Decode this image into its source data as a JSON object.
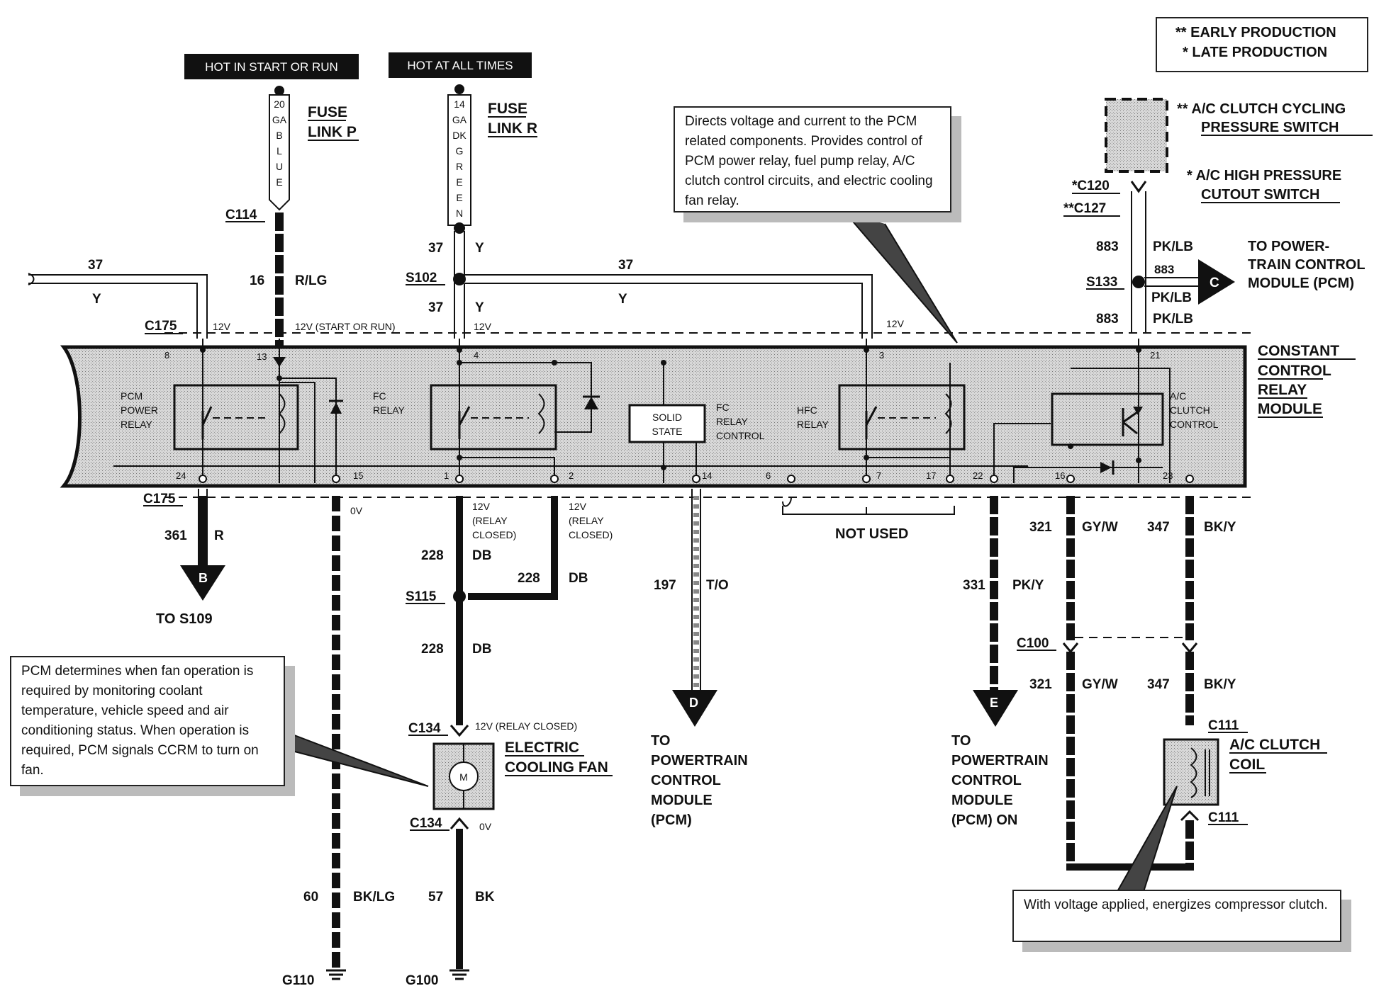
{
  "legend": {
    "early": "** EARLY PRODUCTION",
    "late": "* LATE PRODUCTION"
  },
  "power_labels": {
    "hot_start_run": "HOT IN START OR RUN",
    "hot_all_times": "HOT AT ALL TIMES"
  },
  "fuse_p": {
    "gauge": [
      "20",
      "GA",
      "B",
      "L",
      "U",
      "E"
    ],
    "label1": "FUSE",
    "label2": "LINK P"
  },
  "fuse_r": {
    "gauge": [
      "14",
      "GA",
      "DK",
      "G",
      "R",
      "E",
      "E",
      "N"
    ],
    "label1": "FUSE",
    "label2": "LINK R"
  },
  "connectors": {
    "c114": "C114",
    "c175": "C175",
    "c175b": "C175",
    "s102": "S102",
    "s115": "S115",
    "s133": "S133",
    "c134a": "C134",
    "c134b": "C134",
    "c100": "C100",
    "c111a": "C111",
    "c111b": "C111",
    "c120": "*C120",
    "c127": "**C127",
    "g110": "G110",
    "g100": "G100"
  },
  "wires": {
    "w37_left": "37",
    "y_left": "Y",
    "w16": "16",
    "rlg": "R/LG",
    "w37a": "37",
    "ya": "Y",
    "w37b": "37",
    "yb": "Y",
    "w37_mid": "37",
    "y_mid": "Y",
    "w883a": "883",
    "pklb_a": "PK/LB",
    "w883b": "883",
    "pklb_b": "PK/LB",
    "w883c": "883",
    "pklb_c": "PK/LB",
    "w361": "361",
    "r": "R",
    "w228a": "228",
    "db_a": "DB",
    "w228b": "228",
    "db_b": "DB",
    "w228c": "228",
    "db_c": "DB",
    "w197": "197",
    "to": "T/O",
    "w331": "331",
    "pky": "PK/Y",
    "w321a": "321",
    "gyw_a": "GY/W",
    "w347a": "347",
    "bky_a": "BK/Y",
    "w321b": "321",
    "gyw_b": "GY/W",
    "w347b": "347",
    "bky_b": "BK/Y",
    "w60": "60",
    "bklg": "BK/LG",
    "w57": "57",
    "bk": "BK"
  },
  "voltages": {
    "v12_a": "12V",
    "v12_start": "12V (START OR RUN)",
    "v12_b": "12V",
    "v12_c": "12V",
    "v0": "0V",
    "relay_closed_a": [
      "12V",
      "(RELAY",
      "CLOSED)"
    ],
    "relay_closed_b": [
      "12V",
      "(RELAY",
      "CLOSED)"
    ],
    "fan_12v": "12V (RELAY CLOSED)",
    "fan_0v": "0V"
  },
  "pins": {
    "p8": "8",
    "p13": "13",
    "p4": "4",
    "p3": "3",
    "p21": "21",
    "p24": "24",
    "p15": "15",
    "p1": "1",
    "p2": "2",
    "p14": "14",
    "p6": "6",
    "p7": "7",
    "p17": "17",
    "p22": "22",
    "p16": "16",
    "p23": "23"
  },
  "module": {
    "name": [
      "CONSTANT",
      "CONTROL",
      "RELAY",
      "MODULE"
    ],
    "pcm_relay": [
      "PCM",
      "POWER",
      "RELAY"
    ],
    "fc_relay": [
      "FC",
      "RELAY"
    ],
    "solid_state": [
      "SOLID",
      "STATE"
    ],
    "fc_relay_control": [
      "FC",
      "RELAY",
      "CONTROL"
    ],
    "hfc_relay": [
      "HFC",
      "RELAY"
    ],
    "ac_clutch_control": [
      "A/C",
      "CLUTCH",
      "CONTROL"
    ]
  },
  "switches": {
    "cycling": [
      "** A/C CLUTCH CYCLING",
      "PRESSURE SWITCH"
    ],
    "cutout": [
      "* A/C HIGH PRESSURE",
      "CUTOUT SWITCH"
    ]
  },
  "destinations": {
    "to_pcm_c": [
      "TO POWER-",
      "TRAIN CONTROL",
      "MODULE (PCM)"
    ],
    "to_s109": "TO S109",
    "to_pcm_d": [
      "TO",
      "POWERTRAIN",
      "CONTROL",
      "MODULE",
      "(PCM)"
    ],
    "to_pcm_e": [
      "TO",
      "POWERTRAIN",
      "CONTROL",
      "MODULE",
      "(PCM) ON"
    ],
    "not_used": "NOT USED"
  },
  "components": {
    "fan": [
      "ELECTRIC",
      "COOLING FAN"
    ],
    "clutch": [
      "A/C CLUTCH",
      "COIL"
    ]
  },
  "arrows": {
    "b": "B",
    "c": "C",
    "d": "D",
    "e": "E"
  },
  "notes": {
    "ccrm": "Directs voltage and current to the PCM related components. Provides control of PCM power relay, fuel pump relay, A/C clutch control circuits, and electric cooling fan relay.",
    "pcm": "PCM determines when fan operation is required by monitoring coolant temperature, vehicle speed and air conditioning status.  When operation is required, PCM signals CCRM to turn on fan.",
    "clutch": "With voltage applied, energizes compressor clutch."
  }
}
